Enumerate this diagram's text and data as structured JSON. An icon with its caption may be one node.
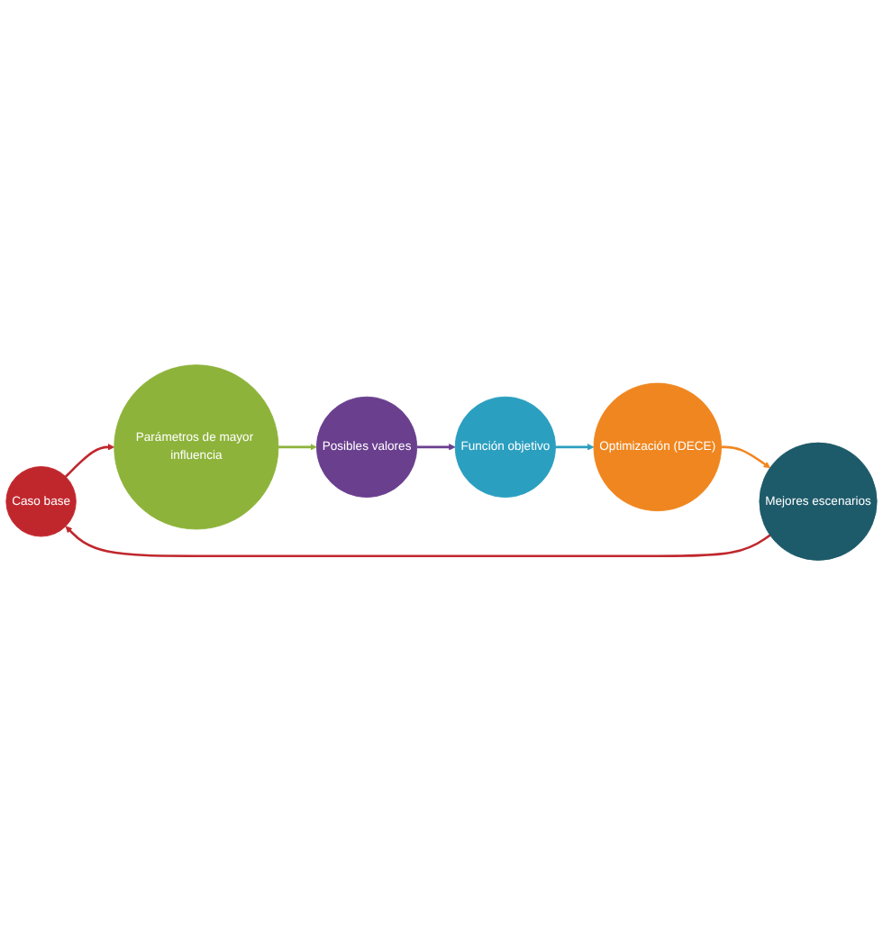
{
  "diagram": {
    "nodes": [
      {
        "text": [
          "Caso base"
        ]
      },
      {
        "text": [
          "Parámetros de mayor influencia"
        ]
      },
      {
        "text": [
          "Posibles valores"
        ]
      },
      {
        "text": [
          "Función objetivo"
        ]
      },
      {
        "text": [
          "Optimización (DECE)"
        ]
      },
      {
        "text": [
          "Mejores escenarios"
        ]
      }
    ],
    "edges": [
      {
        "from": 0,
        "to": 1,
        "arrow": "to",
        "color": "#c0272d"
      },
      {
        "from": 1,
        "to": 2,
        "arrow": "to",
        "color": "#8db33a"
      },
      {
        "from": 2,
        "to": 3,
        "arrow": "to",
        "color": "#6a3f8e"
      },
      {
        "from": 3,
        "to": 4,
        "arrow": "to",
        "color": "#2b9fc0"
      },
      {
        "from": 4,
        "to": 5,
        "arrow": "to",
        "color": "#f0861f"
      },
      {
        "from": 5,
        "to": 0,
        "arrow": "to",
        "color": "#c0272d"
      }
    ]
  }
}
